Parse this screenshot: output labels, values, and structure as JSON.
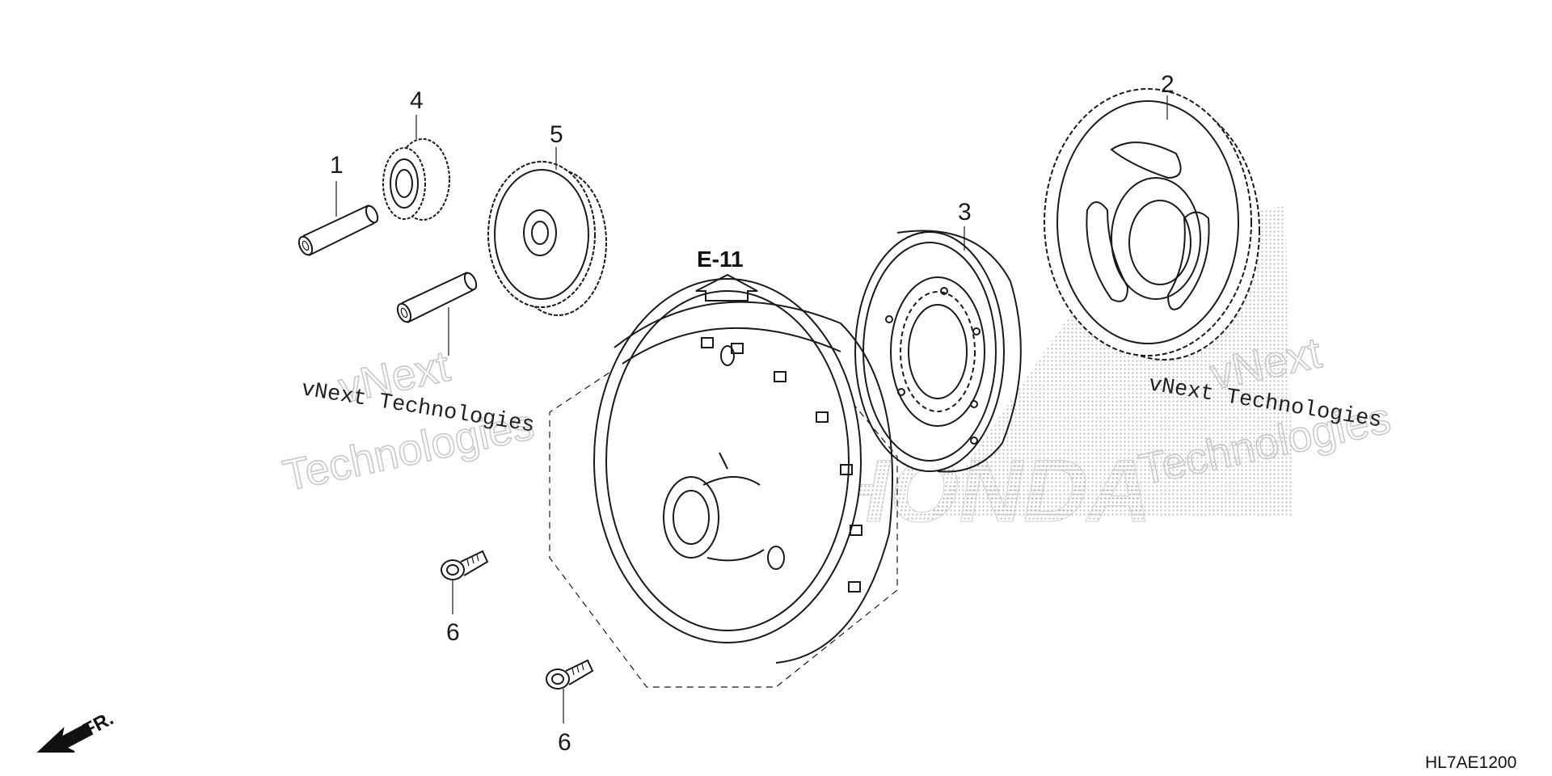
{
  "diagram": {
    "reference": "E-11",
    "code": "HL7AE1200",
    "front_label": "FR.",
    "callouts": [
      {
        "id": "callout-1",
        "text": "1"
      },
      {
        "id": "callout-2",
        "text": "2"
      },
      {
        "id": "callout-3",
        "text": "3"
      },
      {
        "id": "callout-4",
        "text": "4"
      },
      {
        "id": "callout-5",
        "text": "5"
      },
      {
        "id": "callout-6a",
        "text": "6"
      },
      {
        "id": "callout-6b",
        "text": "6"
      }
    ],
    "watermarks": {
      "left_line": "vNext Technologies",
      "left_big_1": "vNext",
      "left_big_2": "Technologies",
      "right_line": "vNext Technologies",
      "right_big_1": "vNext",
      "right_big_2": "Technologies",
      "brand": "HONDA"
    }
  },
  "colors": {
    "ink": "#1a1a1a",
    "watermark": "#c9c9c9",
    "background": "#ffffff"
  },
  "icons": [
    "front-direction-arrow-icon",
    "up-arrow-icon"
  ]
}
